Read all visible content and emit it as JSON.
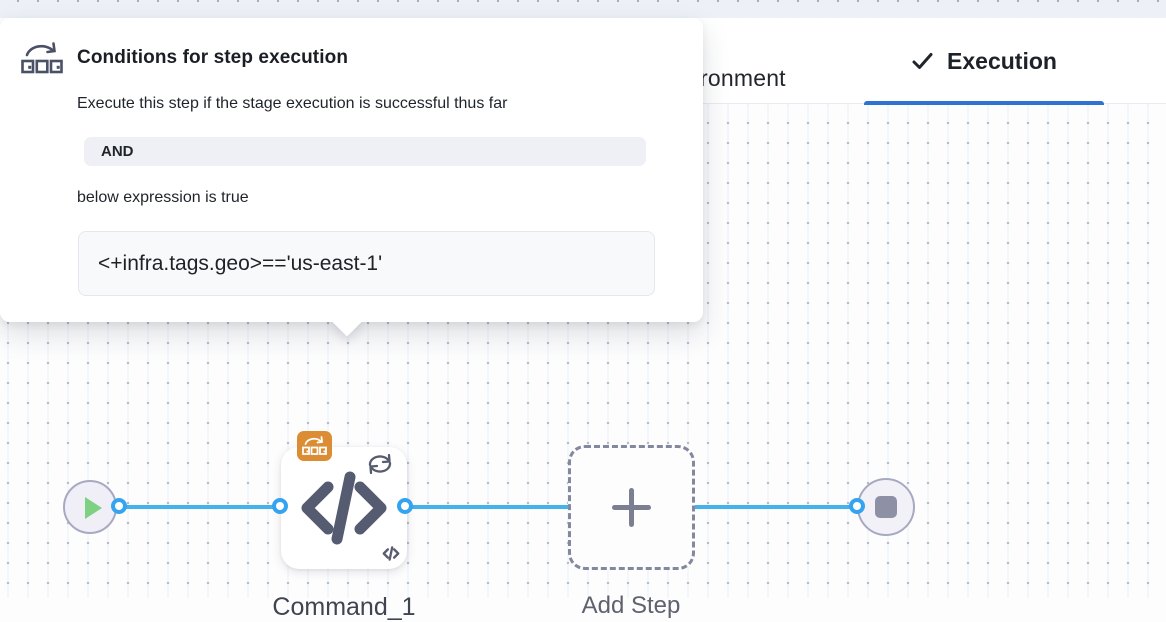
{
  "tabs": {
    "partial_label": "ronment",
    "active_label": "Execution"
  },
  "popover": {
    "title": "Conditions for step execution",
    "description": "Execute this step if the stage execution is successful thus far",
    "operator": "AND",
    "expression_intro": "below expression is true",
    "expression": "<+infra.tags.geo>=='us-east-1'"
  },
  "pipeline": {
    "start_node": {
      "icon": "play-icon"
    },
    "steps": [
      {
        "label": "Command_1",
        "icon": "code-icon",
        "badges": [
          "conditional-execution-icon",
          "loop-icon"
        ]
      },
      {
        "label": "Add Step",
        "icon": "plus-icon"
      }
    ],
    "end_node": {
      "icon": "stop-icon"
    }
  },
  "colors": {
    "tab_underline": "#2e72d3",
    "connector_line": "#46b2ea",
    "port_ring": "#35a4f0",
    "badge_orange": "#dc8c33",
    "play_green": "#7ed183",
    "icon_slate": "#555b70",
    "node_fill": "#f0eff7",
    "node_border": "#a7a9c1"
  }
}
